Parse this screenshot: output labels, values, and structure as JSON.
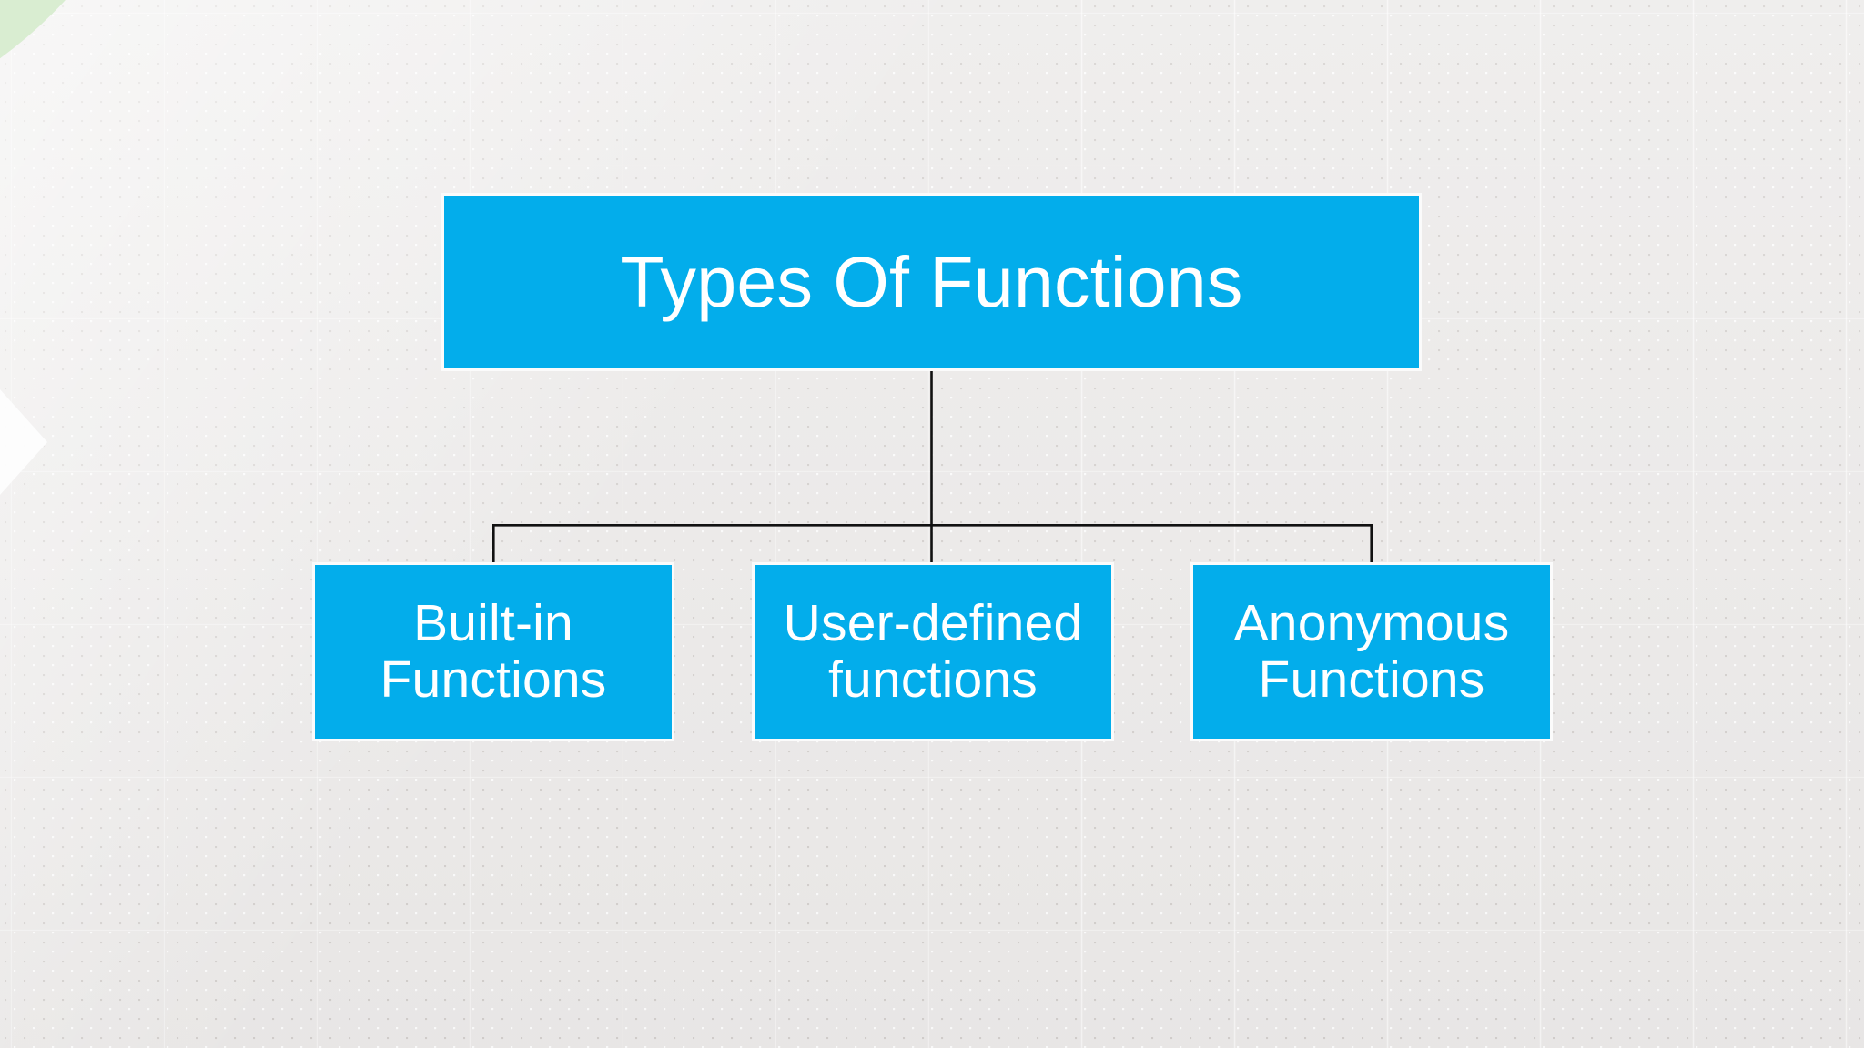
{
  "slide": {
    "title": "Types Of Functions",
    "background_color": "#ebe9e8",
    "accent_color": "#03ADEB",
    "decoration_color": "#d9edd1",
    "connector_color": "#111111",
    "text_color": "#ffffff"
  },
  "decorations": {
    "green_arc": "green-arc-shape",
    "play_arrow": "play-arrow-icon"
  },
  "diagram": {
    "type": "tree",
    "root": {
      "label": "Types Of Functions"
    },
    "children": [
      {
        "label": "Built-in\nFunctions",
        "line1": "Built-in",
        "line2": "Functions"
      },
      {
        "label": "User-defined\nfunctions",
        "line1": "User-defined",
        "line2": "functions"
      },
      {
        "label": "Anonymous\nFunctions",
        "line1": "Anonymous",
        "line2": "Functions"
      }
    ]
  }
}
